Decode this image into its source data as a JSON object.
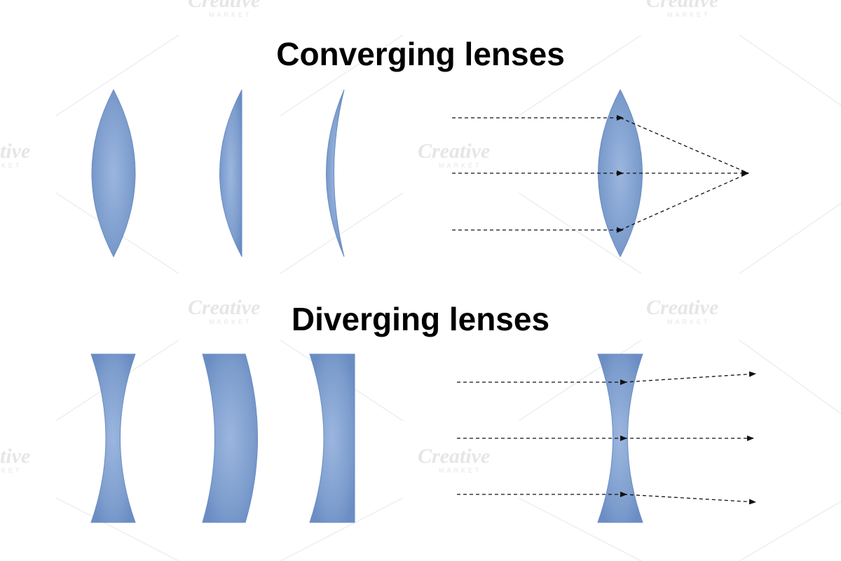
{
  "titles": {
    "converging": "Converging lenses",
    "diverging": "Diverging lenses"
  },
  "watermark": {
    "brand": "Creative",
    "sub": "MARKET"
  },
  "colors": {
    "lens_fill": "#7396c8",
    "lens_edge": "#5f84bc",
    "lens_highlight": "#9bb6df",
    "ray": "#111111",
    "watermark": "#e6e6e6"
  },
  "lenses": {
    "converging": [
      "biconvex",
      "plano-convex",
      "positive-meniscus"
    ],
    "diverging": [
      "biconcave",
      "negative-meniscus",
      "plano-concave"
    ]
  },
  "ray_diagrams": {
    "converging": {
      "lens": "biconvex",
      "rays": 3,
      "behavior": "rays converge to focal point"
    },
    "diverging": {
      "lens": "biconcave",
      "rays": 3,
      "behavior": "rays spread apart"
    }
  }
}
